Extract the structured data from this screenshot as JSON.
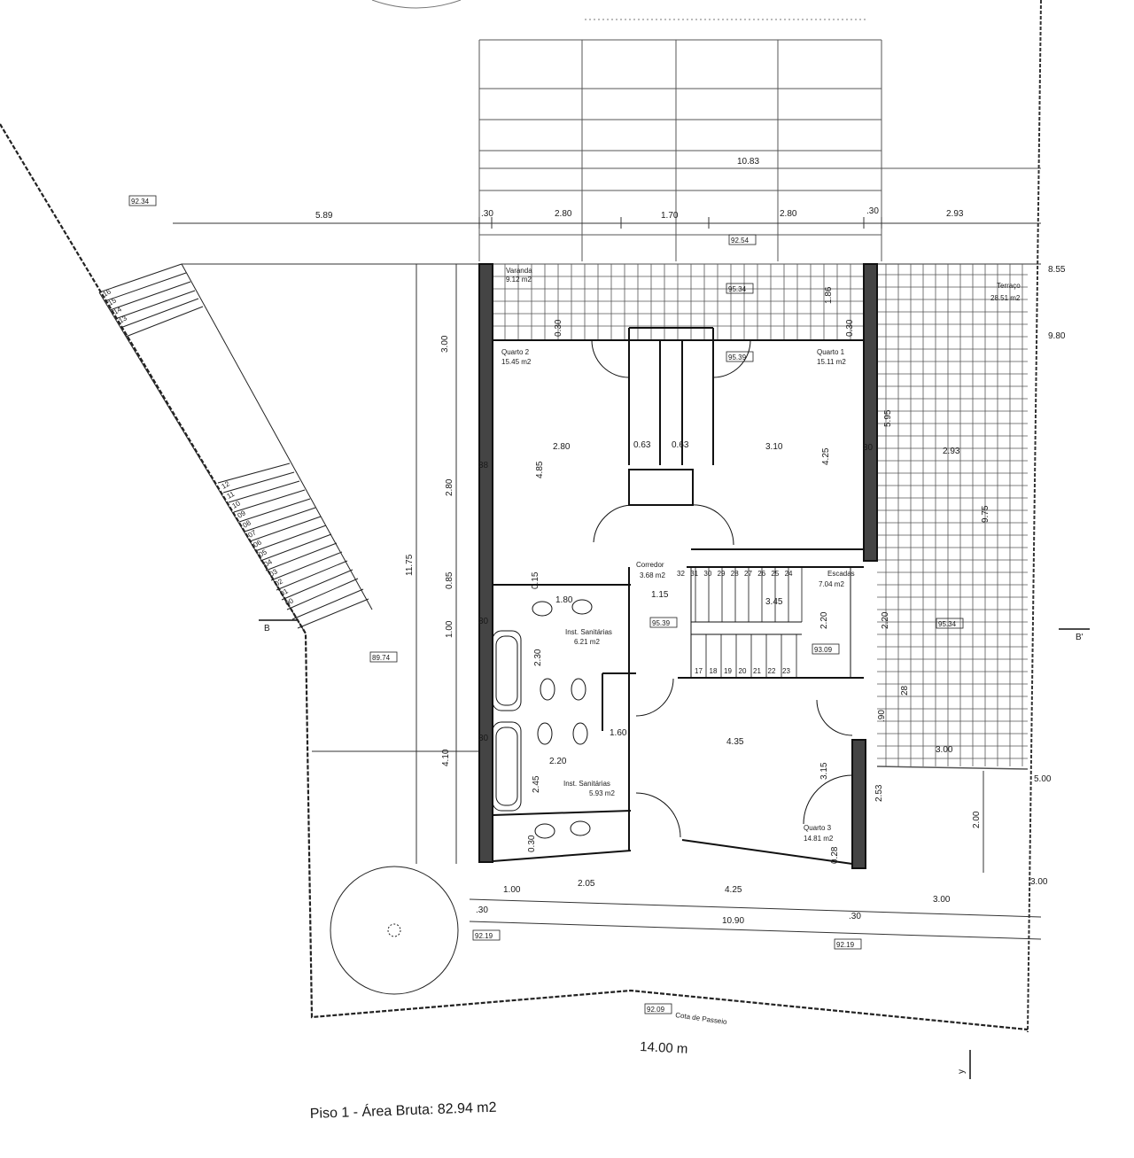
{
  "title": "Piso 1 - Área Bruta: 82.94 m2",
  "scale_total": "14.00 m",
  "header_text": "",
  "rooms": [
    {
      "key": "veranda",
      "name": "Varanda",
      "area": "9.12 m2"
    },
    {
      "key": "terraco",
      "name": "Terraço",
      "area": "28.51 m2"
    },
    {
      "key": "quarto2",
      "name": "Quarto 2",
      "area": "15.45 m2"
    },
    {
      "key": "quarto1",
      "name": "Quarto 1",
      "area": "15.11 m2"
    },
    {
      "key": "corredor",
      "name": "Corredor",
      "area": "3.68 m2"
    },
    {
      "key": "escadas",
      "name": "Escadas",
      "area": "7.04 m2"
    },
    {
      "key": "san1",
      "name": "Inst. Sanitárias",
      "area": "6.21 m2"
    },
    {
      "key": "san2",
      "name": "Inst. Sanitárias",
      "area": "5.93 m2"
    },
    {
      "key": "quarto3",
      "name": "Quarto 3",
      "area": "14.81 m2"
    }
  ],
  "levels": {
    "l1": "92.34",
    "l2": "92.54",
    "l3": "95.34",
    "l4": "95.39",
    "l5": "95.39",
    "l6": "93.09",
    "l7": "95.34",
    "l8": "89.74",
    "l9": "92.19",
    "l10": "92.19",
    "l11": "92.09",
    "cota": "Cota de Passeio"
  },
  "dims": {
    "d1083": "10.83",
    "d589": "5.89",
    "d30a": ".30",
    "d280a": "2.80",
    "d170": "1.70",
    "d280b": "2.80",
    "d30b": ".30",
    "d293a": "2.93",
    "d855": "8.55",
    "d980": "9.80",
    "d300v": "3.00",
    "d030a": "0.30",
    "d186": "1.86",
    "d030b": "0.30",
    "d280c": "2.80",
    "d063a": "0.63",
    "d063b": "0.63",
    "d310": "3.10",
    "d485": "4.85",
    "d425v": "4.25",
    "d595": "5.95",
    "d30c": "30",
    "d293b": "2.93",
    "d975": "9.75",
    "d280v": "2.80",
    "d38": "38",
    "d1175": "11.75",
    "d085": "0.85",
    "d100v": "1.00",
    "d115": "1.15",
    "d345": "3.45",
    "d220a": "2.20",
    "d220b": "2.20",
    "d28": "28",
    "d30d": "30",
    "d230": "2.30",
    "d180": "1.80",
    "d30e": "30",
    "d160": "1.60",
    "d220c": "2.20",
    "d245": "2.45",
    "d410": "4.10",
    "d435": "4.35",
    "d315": "3.15",
    "d253": "2.53",
    "d200": "2.00",
    "d300a": "3.00",
    "d500": "5.00",
    "d300b": "3.00",
    "d100": "1.00",
    "d205": "2.05",
    "d425": "4.25",
    "d300c": "3.00",
    "d30f": ".30",
    "d1090": "10.90",
    "d30g": ".30",
    "d030c": "0.30",
    "d028": "0.28",
    "d090": ".90",
    "d015": "0.15"
  },
  "steps_top": [
    "32",
    "31",
    "30",
    "29",
    "28",
    "27",
    "26",
    "25",
    "24"
  ],
  "steps_bottom": [
    "17",
    "18",
    "19",
    "20",
    "21",
    "22",
    "23"
  ],
  "ramp_steps": [
    "16",
    "15",
    "14",
    "13",
    "12",
    "11",
    "10",
    "09",
    "08",
    "07",
    "06",
    "05",
    "04",
    "03",
    "02",
    "01",
    "00"
  ],
  "section_marks": {
    "left": "B",
    "right": "B'"
  },
  "north_mark": "y"
}
